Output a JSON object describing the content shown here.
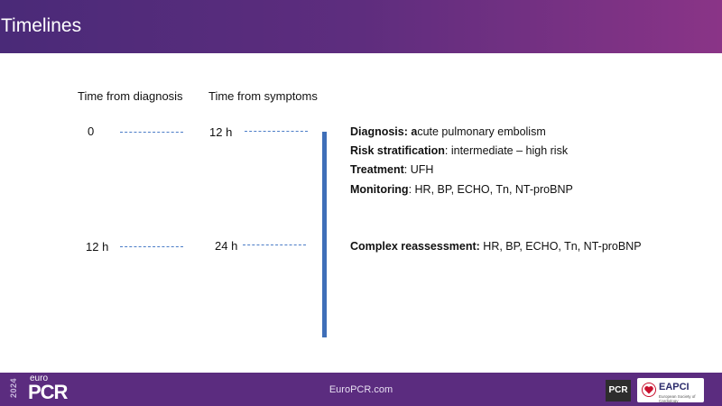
{
  "slide": {
    "title": "Timelines"
  },
  "columns": {
    "diagnosis": "Time from diagnosis",
    "symptoms": "Time from symptoms"
  },
  "rows": [
    {
      "diagnosis_time": "0",
      "symptom_time": "12 h"
    },
    {
      "diagnosis_time": "12 h",
      "symptom_time": "24 h"
    }
  ],
  "events": {
    "diagnosis_label": "Diagnosis: a",
    "diagnosis_value": "cute pulmonary embolism",
    "risk_label": "Risk stratification",
    "risk_value": ": intermediate – high risk",
    "treatment_label": "Treatment",
    "treatment_value": ": UFH",
    "monitoring_label": "Monitoring",
    "monitoring_value": ": HR, BP, ECHO, Tn, NT-proBNP",
    "reassessment_label": "Complex reassessment:",
    "reassessment_value": " HR, BP, ECHO, Tn, NT-proBNP"
  },
  "footer": {
    "year": "2024",
    "brand_top": "euro",
    "brand": "PCR",
    "website": "EuroPCR.com",
    "pcr_logo": "PCR",
    "eapci_logo": "EAPCI",
    "eapci_subtext": "European Society of Cardiology"
  },
  "colors": {
    "header_start": "#4a2a78",
    "header_end": "#8a3487",
    "footer": "#5b2c7f",
    "timeline": "#3f6fb8",
    "dash": "#4a7cc7"
  }
}
